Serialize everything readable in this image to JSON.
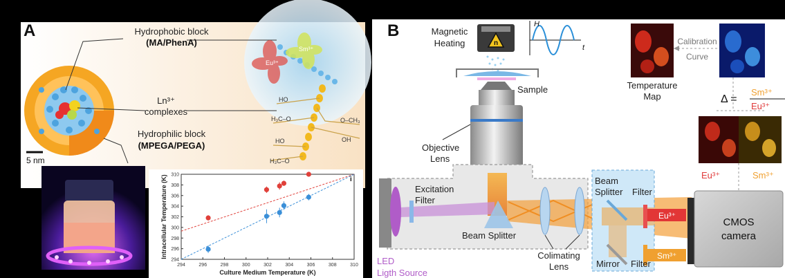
{
  "panel_a": {
    "letter": "A",
    "hydrophobic_label": "Hydrophobic block",
    "hydrophobic_sub": "(MA/PhenA)",
    "ln_label_1": "Ln³⁺",
    "ln_label_2": "complexes",
    "hydrophilic_label": "Hydrophilic block",
    "hydrophilic_sub": "(MPEGA/PEGA)",
    "scale": "5 nm",
    "ion_eu": "Eu³⁺",
    "ion_sm": "Sm³⁺",
    "chain_labels": [
      "HO",
      "H₃C–O",
      "O–CH₃",
      "OH",
      "HO",
      "H₃C–O"
    ]
  },
  "chart_data": {
    "type": "scatter",
    "panel_tag": "i",
    "xlabel": "Culture Medium Temperature (K)",
    "ylabel": "Intracellular Temperature (K)",
    "xlim": [
      294,
      310
    ],
    "ylim": [
      294,
      310
    ],
    "xticks": [
      294,
      296,
      298,
      300,
      302,
      304,
      306,
      308,
      310
    ],
    "yticks": [
      294,
      296,
      298,
      300,
      302,
      304,
      306,
      308,
      310
    ],
    "series": [
      {
        "color": "#e0403a",
        "x": [
          296.5,
          301.9,
          303.1,
          303.5,
          305.8
        ],
        "y": [
          301.8,
          307.1,
          307.8,
          308.3,
          311.0
        ],
        "err": [
          0.5,
          0.6,
          0.7,
          0.5,
          0.5
        ],
        "fit": [
          [
            294,
            299.3
          ],
          [
            310,
            314.5
          ]
        ]
      },
      {
        "color": "#3a8fd8",
        "x": [
          296.5,
          301.9,
          303.1,
          303.5,
          305.8
        ],
        "y": [
          295.9,
          302.1,
          302.8,
          304.1,
          305.7
        ],
        "err": [
          0.7,
          1.3,
          0.9,
          0.8,
          0.6
        ],
        "fit": [
          [
            294,
            292.8
          ],
          [
            310,
            310.7
          ]
        ]
      }
    ],
    "grid": false
  },
  "panel_b": {
    "letter": "B",
    "magnetic_heating": [
      "Magnetic",
      "Heating"
    ],
    "h_label": "H",
    "t_label": "t",
    "sample": "Sample",
    "objective_lens": [
      "Objective",
      "Lens"
    ],
    "excitation_filter": [
      "Excitation",
      "Filter"
    ],
    "beam_splitter": "Beam Splitter",
    "beam_splitter_2": [
      "Beam",
      "Splitter"
    ],
    "filter": "Filter",
    "filter_2": "Filter",
    "mirror": "Mirror",
    "collimating_lens": [
      "Colimating",
      "Lens"
    ],
    "led_source": [
      "LED",
      "Ligth Source"
    ],
    "eu_beam": "Eu³⁺",
    "sm_beam": "Sm³⁺",
    "cmos": [
      "CMOS",
      "camera"
    ],
    "temperature_map": [
      "Temperature",
      "Map"
    ],
    "calibration": [
      "Calibration",
      "Curve"
    ],
    "delta_symbol": "Δ =",
    "delta_num": "Sm³⁺",
    "delta_den": "Eu³⁺",
    "eu_img_label": "Eu³⁺",
    "sm_img_label": "Sm³⁺"
  },
  "colors": {
    "orange": "#f5a623",
    "blue_bead": "#6ab7e8",
    "eu_red": "#e03a3a",
    "sm_orange": "#f0a030",
    "led_purple": "#b05cc8",
    "panel_blue": "#cfe8f8"
  }
}
